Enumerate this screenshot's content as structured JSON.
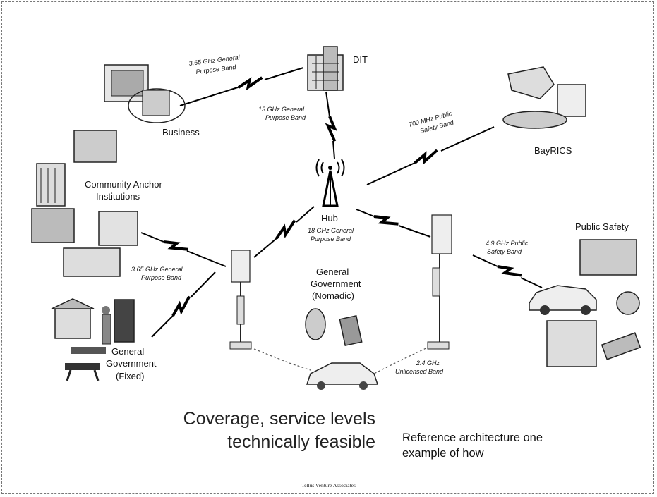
{
  "nodes": {
    "dit": "DIT",
    "business": "Business",
    "bayrics": "BayRICS",
    "community": [
      "Community Anchor",
      "Institutions"
    ],
    "hub": "Hub",
    "public_safety": "Public Safety",
    "general_nomadic": [
      "General",
      "Government",
      "(Nomadic)"
    ],
    "general_fixed": [
      "General",
      "Government",
      "(Fixed)"
    ]
  },
  "bands": {
    "b1": [
      "3.65 GHz General",
      "Purpose Band"
    ],
    "b2": [
      "13 GHz General",
      "Purpose Band"
    ],
    "b3": [
      "700 MHz Public",
      "Safety Band"
    ],
    "b4": [
      "18 GHz General",
      "Purpose Band"
    ],
    "b5": [
      "4.9 GHz Public",
      "Safety Band"
    ],
    "b6": [
      "3.65 GHz General",
      "Purpose Band"
    ],
    "b7": [
      "2.4 GHz",
      "Unlicensed Band"
    ]
  },
  "captions": {
    "left_line1": "Coverage, service levels",
    "left_line2": "technically feasible",
    "right_line1": "Reference architecture one",
    "right_line2": "example of how"
  },
  "footer": "Tellus Venture Associates"
}
